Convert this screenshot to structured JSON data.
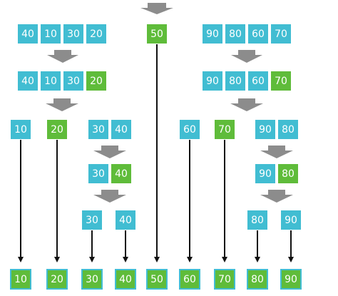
{
  "colors": {
    "unsorted": "#41bdd2",
    "pivot": "#5fbc3a",
    "down_arrow": "#8c8c8c",
    "line": "#111111"
  },
  "top_left_group": [
    "40",
    "10",
    "30",
    "20"
  ],
  "top_pivot": "50",
  "top_right_group": [
    "90",
    "80",
    "60",
    "70"
  ],
  "left_row2": [
    "40",
    "10",
    "30",
    "20"
  ],
  "right_row2": [
    "90",
    "80",
    "60",
    "70"
  ],
  "level3": {
    "a": "10",
    "b": "20",
    "c": [
      "30",
      "40"
    ],
    "d": "60",
    "e": "70",
    "f": [
      "90",
      "80"
    ]
  },
  "level4": {
    "left": [
      "30",
      "40"
    ],
    "right": [
      "90",
      "80"
    ]
  },
  "level5": {
    "left": [
      "30",
      "40"
    ],
    "right": [
      "80",
      "90"
    ]
  },
  "result": [
    "10",
    "20",
    "30",
    "40",
    "50",
    "60",
    "70",
    "80",
    "90"
  ]
}
